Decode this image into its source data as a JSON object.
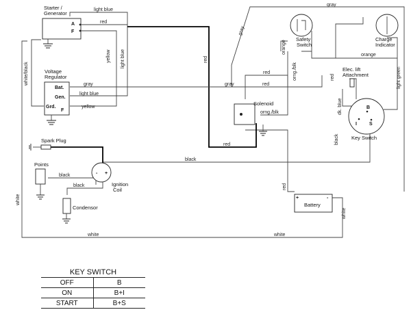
{
  "components": {
    "starter": "Starter /",
    "starter2": "Generator",
    "regulator": "Voltage",
    "regulator2": "Regulator",
    "solenoid": "Solenoid",
    "safety": "Safety",
    "safety2": "Switch",
    "charge": "Charge",
    "charge2": "Indicator",
    "lift": "Elec. lift",
    "lift2": "Attachment",
    "keyswitch": "Key Switch",
    "sparkplug": "Spark Plug",
    "points": "Points",
    "ignition": "Ignition",
    "ignition2": "Coil",
    "condensor": "Condensor",
    "battery": "Battery"
  },
  "pins": {
    "a": "A",
    "f": "F",
    "bat": "Bat.",
    "gen": "Gen.",
    "grd": "Grd.",
    "rf": "F",
    "ks_b": "B",
    "ks_i": "I",
    "ks_s": "S",
    "plus": "+",
    "minus": "-"
  },
  "wires": {
    "light_blue_top": "light blue",
    "red_starter": "red",
    "yellow_vert": "yellow",
    "light_blue_vert": "light blue",
    "white_black": "white/black",
    "gray_reg": "gray",
    "light_blue_reg": "light blue",
    "yellow_reg": "yellow",
    "red_vert": "red",
    "gray_mid": "gray",
    "gray_vert": "gray",
    "gray_top": "gray",
    "red_top_sol": "red",
    "red_sol_left": "red",
    "red_sol_right": "red",
    "orng_blk": "orng./blk",
    "orng_blk_vert": "orng./blk",
    "red_lift": "red",
    "orange_safety": "orange",
    "orange_right": "orange",
    "light_green": "light green",
    "dk_blue": "dk. blue",
    "black_key": "black",
    "black_long": "black",
    "black_points": "black",
    "black_cond": "black",
    "red_battery": "red",
    "white_left": "white",
    "white_bottom_left": "white",
    "white_bottom_right": "white",
    "white_battery": "white",
    "red_lower": "red"
  },
  "key_table": {
    "title": "KEY SWITCH",
    "rows": [
      {
        "pos": "OFF",
        "conn": "B"
      },
      {
        "pos": "ON",
        "conn": "B+I"
      },
      {
        "pos": "START",
        "conn": "B+S"
      }
    ]
  }
}
